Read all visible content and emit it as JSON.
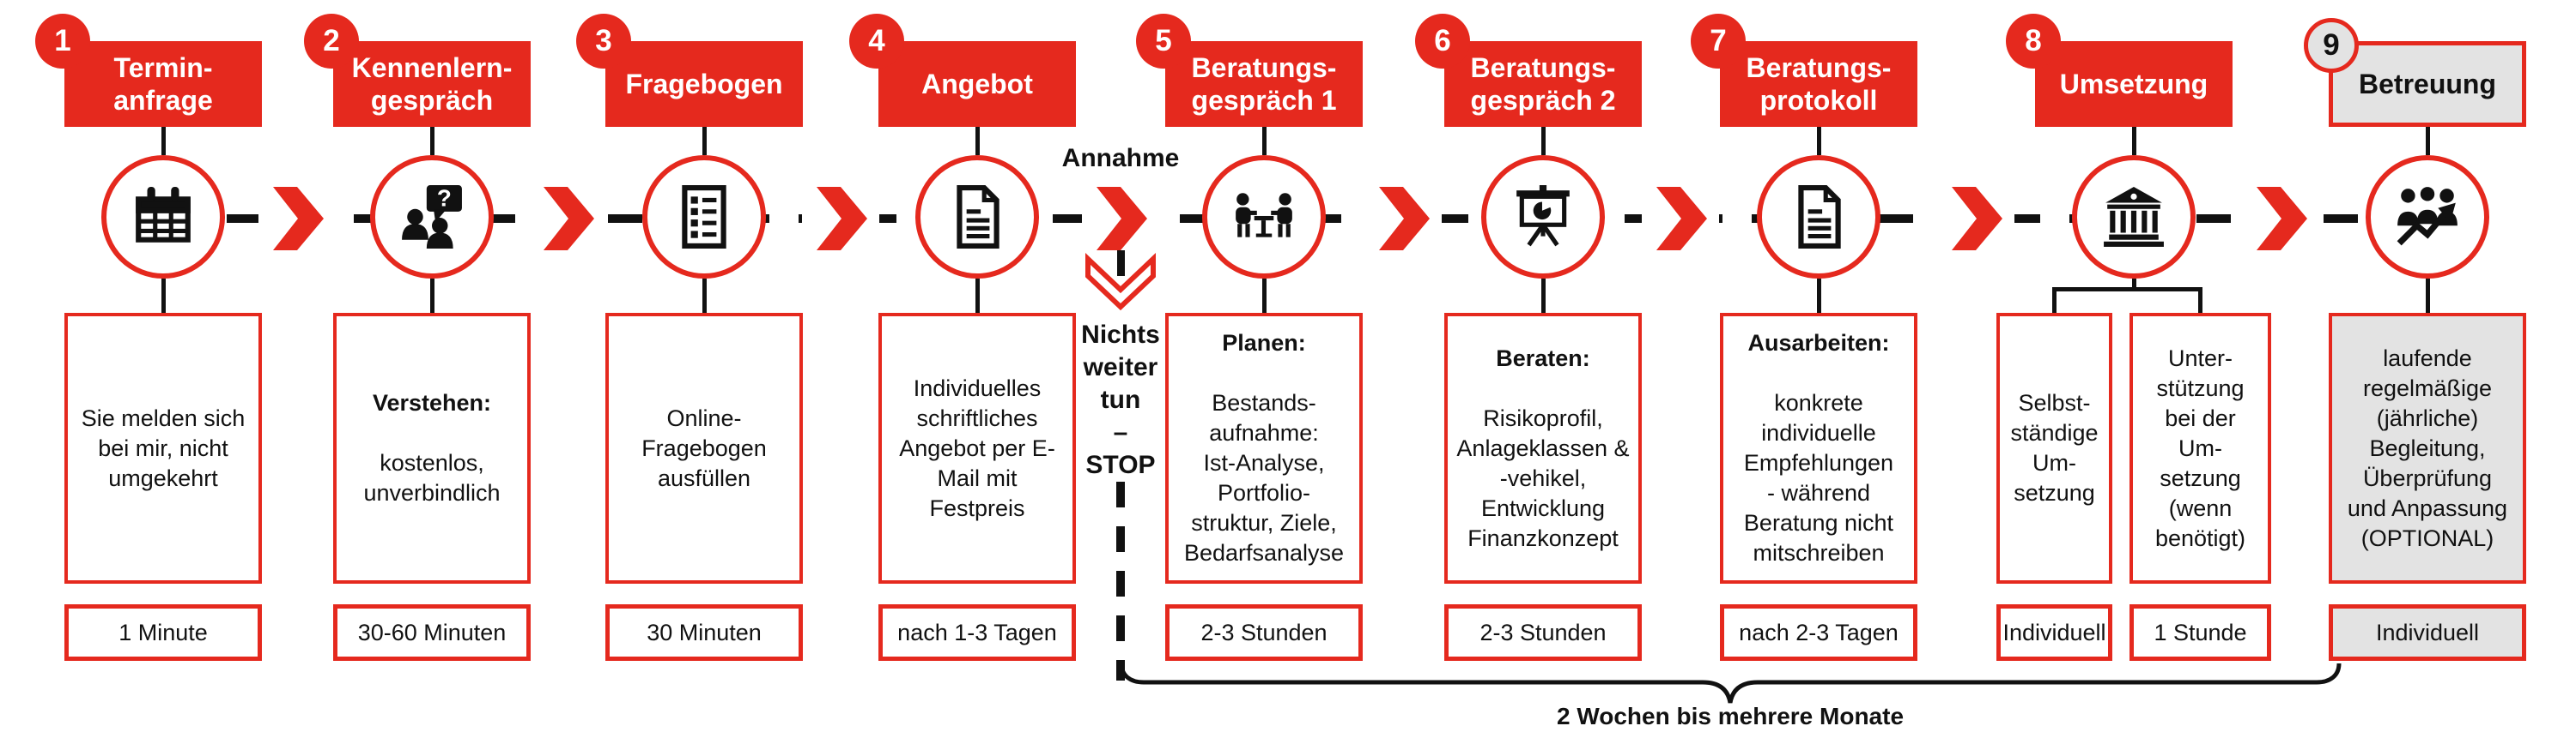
{
  "diagram": {
    "colors": {
      "red": "#e5291e",
      "gray_fill": "#e3e3e3",
      "ink": "#111111"
    },
    "decision": {
      "accept_label": "Annahme",
      "stop_label": "Nichts\nweiter\ntun\n–\nSTOP"
    },
    "brace_label": "2 Wochen bis mehrere Monate",
    "steps": [
      {
        "number": "1",
        "title": "Termin-\nanfrage",
        "icon": "calendar-icon",
        "body_title": "",
        "body": "Sie melden sich\nbei mir, nicht\numgekehrt",
        "duration": "1 Minute"
      },
      {
        "number": "2",
        "title": "Kennenlern-\ngespräch",
        "icon": "conversation-question-icon",
        "body_title": "Verstehen:",
        "body": "kostenlos,\nunverbindlich",
        "duration": "30-60 Minuten"
      },
      {
        "number": "3",
        "title": "Fragebogen",
        "icon": "checklist-icon",
        "body_title": "",
        "body": "Online-\nFragebogen\nausfüllen",
        "duration": "30 Minuten"
      },
      {
        "number": "4",
        "title": "Angebot",
        "icon": "offer-document-icon",
        "body_title": "",
        "body": "Individuelles\nschriftliches\nAngebot per E-\nMail mit\nFestpreis",
        "duration": "nach 1-3 Tagen"
      },
      {
        "number": "5",
        "title": "Beratungs-\ngespräch 1",
        "icon": "meeting-icon",
        "body_title": "Planen:",
        "body": "Bestands-\naufnahme:\nIst-Analyse,\nPortfolio-\nstruktur, Ziele,\nBedarfsanalyse",
        "duration": "2-3 Stunden"
      },
      {
        "number": "6",
        "title": "Beratungs-\ngespräch 2",
        "icon": "presentation-icon",
        "body_title": "Beraten:",
        "body": "Risikoprofil,\nAnlageklassen &\n-vehikel,\nEntwicklung\nFinanzkonzept",
        "duration": "2-3 Stunden"
      },
      {
        "number": "7",
        "title": "Beratungs-\nprotokoll",
        "icon": "protocol-document-icon",
        "body_title": "Ausarbeiten:",
        "body": "konkrete\nindividuelle\nEmpfehlungen\n- während\nBeratung nicht\nmitschreiben",
        "duration": "nach 2-3 Tagen"
      },
      {
        "number": "8",
        "title": "Umsetzung",
        "icon": "bank-icon",
        "branches": [
          {
            "body": "Selbst-\nständige\nUm-\nsetzung",
            "duration": "Individuell"
          },
          {
            "body": "Unter-\nstützung\nbei der\nUm-\nsetzung\n(wenn\nbenötigt)",
            "duration": "1 Stunde"
          }
        ]
      },
      {
        "number": "9",
        "title": "Betreuung",
        "icon": "group-growth-icon",
        "body_title": "",
        "body": "laufende\nregelmäßige\n(jährliche)\nBegleitung,\nÜberprüfung\nund Anpassung\n(OPTIONAL)",
        "duration": "Individuell"
      }
    ]
  }
}
